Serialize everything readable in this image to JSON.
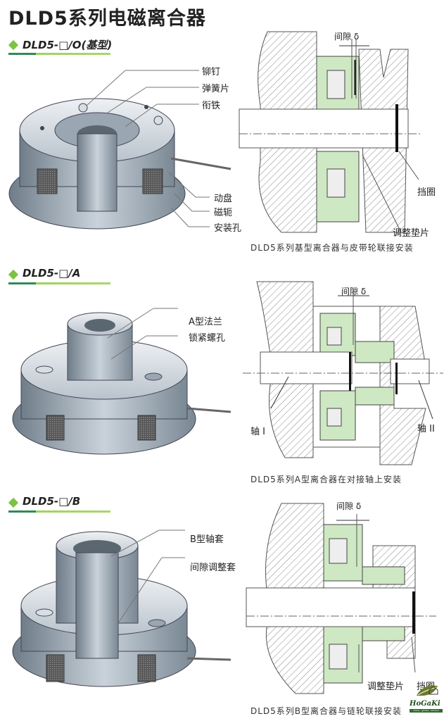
{
  "page": {
    "title": "DLD5系列电磁离合器"
  },
  "colors": {
    "accent_green": "#7dc242",
    "rule_dark_green": "#2e8b57",
    "section_fill_green": "#cfe8c4",
    "metal_gray": "#8a97a3"
  },
  "sections": [
    {
      "heading": "DLD5-□/O(基型)",
      "callouts": [
        "铆钉",
        "弹簧片",
        "衔铁",
        "动盘",
        "磁轭",
        "安装孔"
      ],
      "diagram": {
        "gap_label": "间隙 δ",
        "labels": [
          "挡圈",
          "调整垫片"
        ],
        "caption": "DLD5系列基型离合器与皮带轮联接安装"
      }
    },
    {
      "heading": "DLD5-□/A",
      "callouts": [
        "A型法兰",
        "锁紧螺孔"
      ],
      "diagram": {
        "gap_label": "间隙 δ",
        "labels": [
          "轴 I",
          "轴 II"
        ],
        "caption": "DLD5系列A型离合器在对接轴上安装"
      }
    },
    {
      "heading": "DLD5-□/B",
      "callouts": [
        "B型轴套",
        "间隙调整套"
      ],
      "diagram": {
        "gap_label": "间隙 δ",
        "labels": [
          "调整垫片",
          "挡圈"
        ],
        "caption": "DLD5系列B型离合器与链轮联接安装"
      }
    }
  ],
  "logo": {
    "brand": "HoGaKi",
    "tagline": "Home · garden · kitchen"
  }
}
